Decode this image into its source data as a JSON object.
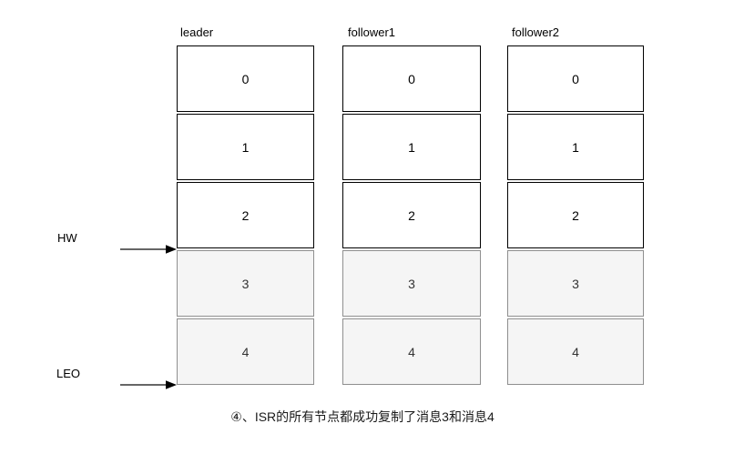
{
  "diagram": {
    "columns": [
      {
        "label": "leader",
        "cells": [
          {
            "value": "0",
            "shaded": false
          },
          {
            "value": "1",
            "shaded": false
          },
          {
            "value": "2",
            "shaded": false
          },
          {
            "value": "3",
            "shaded": true
          },
          {
            "value": "4",
            "shaded": true
          }
        ]
      },
      {
        "label": "follower1",
        "cells": [
          {
            "value": "0",
            "shaded": false
          },
          {
            "value": "1",
            "shaded": false
          },
          {
            "value": "2",
            "shaded": false
          },
          {
            "value": "3",
            "shaded": true
          },
          {
            "value": "4",
            "shaded": true
          }
        ]
      },
      {
        "label": "follower2",
        "cells": [
          {
            "value": "0",
            "shaded": false
          },
          {
            "value": "1",
            "shaded": false
          },
          {
            "value": "2",
            "shaded": false
          },
          {
            "value": "3",
            "shaded": true
          },
          {
            "value": "4",
            "shaded": true
          }
        ]
      }
    ],
    "markers": [
      {
        "label": "HW"
      },
      {
        "label": "LEO"
      }
    ],
    "caption": "④、ISR的所有节点都成功复制了消息3和消息4"
  },
  "colors": {
    "background": "#ffffff",
    "cell_fill": "#ffffff",
    "cell_border": "#000000",
    "shaded_cell_fill": "#f5f5f5",
    "shaded_cell_border": "#8f8f8f",
    "shaded_cell_text": "#333333",
    "text": "#000000",
    "arrow": "#000000"
  }
}
